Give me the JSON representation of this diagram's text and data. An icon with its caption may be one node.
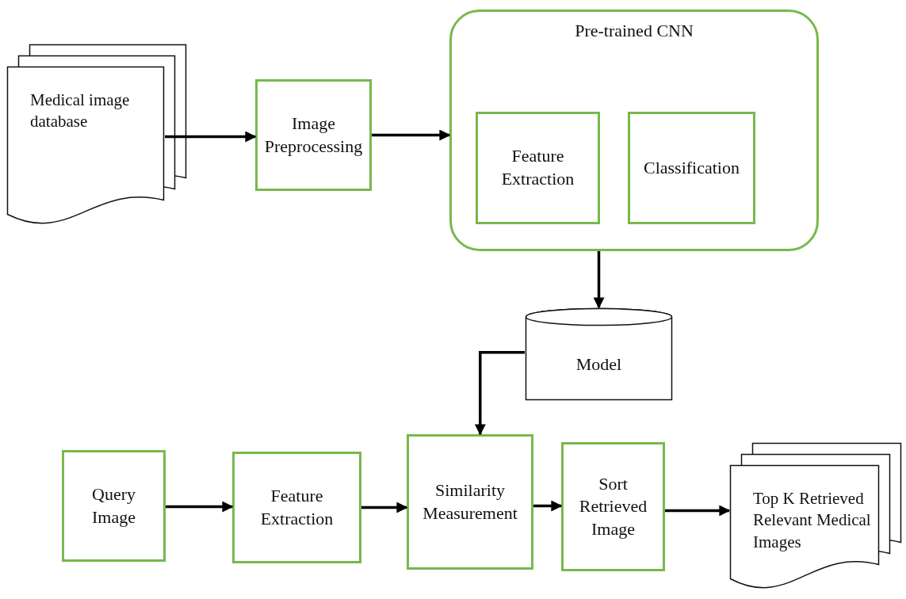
{
  "diagram": {
    "nodes": [
      {
        "text": [
          "Medical image database"
        ]
      },
      {
        "text": [
          "Image Preprocessing"
        ]
      },
      {
        "text": [
          "Pre-trained CNN"
        ]
      },
      {
        "text": [
          "Feature Extraction"
        ],
        "in": 2
      },
      {
        "text": [
          "Classification"
        ],
        "in": 2
      },
      {
        "text": [
          "Model"
        ]
      },
      {
        "text": [
          "Query Image"
        ]
      },
      {
        "text": [
          "Feature Extraction"
        ]
      },
      {
        "text": [
          "Similarity Measurement"
        ]
      },
      {
        "text": [
          "Sort Retrieved Image"
        ]
      },
      {
        "text": [
          "Top K Retrieved Relevant Medical Images"
        ]
      }
    ],
    "edges": [
      {
        "from": 0,
        "to": 1,
        "arrow": "to"
      },
      {
        "from": 1,
        "to": 2,
        "arrow": "to"
      },
      {
        "from": 2,
        "to": 5,
        "arrow": "to"
      },
      {
        "from": 5,
        "to": 8,
        "arrow": "to"
      },
      {
        "from": 6,
        "to": 7,
        "arrow": "to"
      },
      {
        "from": 7,
        "to": 8,
        "arrow": "to"
      },
      {
        "from": 8,
        "to": 9,
        "arrow": "to"
      },
      {
        "from": 9,
        "to": 10,
        "arrow": "to"
      }
    ]
  }
}
